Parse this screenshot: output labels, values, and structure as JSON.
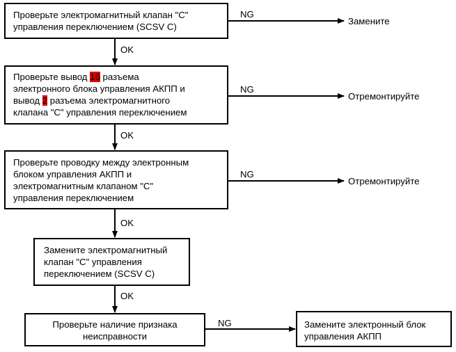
{
  "steps": [
    {
      "lines": [
        "Проверьте электромагнитный клапан \"С\"",
        "управления переключением (SCSV C)"
      ]
    },
    {
      "line1_prefix": "Проверьте вывод ",
      "pin1": "16",
      "line1_suffix": " разъема",
      "line2": "электронного блока управления АКПП и",
      "line3_prefix": "вывод ",
      "pin2": "2",
      "line3_suffix": " разъема электромагнитного",
      "line4": "клапана \"С\" управления переключением"
    },
    {
      "lines": [
        "Проверьте проводку между электронным",
        "блоком управления АКПП и",
        "электромагнитным клапаном \"С\"",
        "управления переключением"
      ]
    },
    {
      "lines": [
        "Замените электромагнитный",
        "клапан \"С\" управления",
        "переключением (SCSV C)"
      ]
    },
    {
      "lines": [
        "Проверьте наличие признака",
        "неисправности"
      ]
    }
  ],
  "ok_labels": [
    "OK",
    "OK",
    "OK",
    "OK"
  ],
  "ng_labels": [
    "NG",
    "NG",
    "NG",
    "NG"
  ],
  "outcomes": [
    "Замените",
    "Отремонтируйте",
    "Отремонтируйте"
  ],
  "final_box": {
    "lines": [
      "Замените электронный блок",
      "управления АКПП"
    ]
  }
}
